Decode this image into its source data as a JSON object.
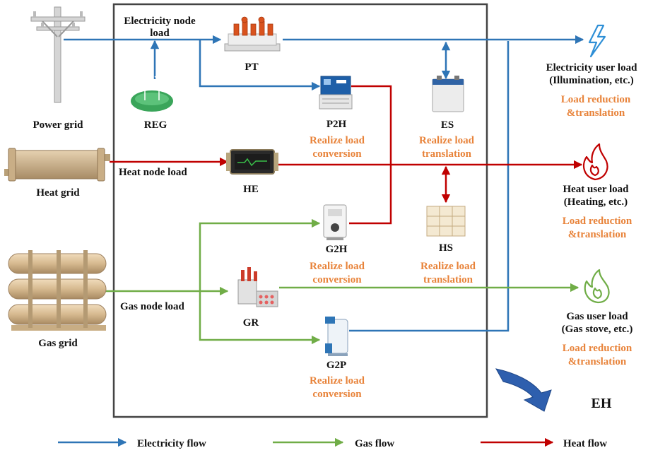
{
  "colors": {
    "electricity": "#2e75b6",
    "gas": "#70ad47",
    "heat": "#c00000",
    "annotation": "#e8833a",
    "hub_arrow": "#2e5fae"
  },
  "sources": {
    "power_grid": "Power grid",
    "heat_grid": "Heat grid",
    "gas_grid": "Gas grid"
  },
  "nodes": {
    "electricity_node_line1": "Electricity node",
    "electricity_node_line2": "load",
    "heat_node": "Heat node load",
    "gas_node": "Gas node load"
  },
  "devices": {
    "pt": "PT",
    "reg": "REG",
    "p2h": "P2H",
    "es": "ES",
    "he": "HE",
    "g2h": "G2H",
    "hs": "HS",
    "gr": "GR",
    "g2p": "G2P"
  },
  "annotations": {
    "p2h_line1": "Realize load",
    "p2h_line2": "conversion",
    "es_line1": "Realize load",
    "es_line2": "translation",
    "g2h_line1": "Realize load",
    "g2h_line2": "conversion",
    "hs_line1": "Realize load",
    "hs_line2": "translation",
    "g2p_line1": "Realize load",
    "g2p_line2": "conversion"
  },
  "users": {
    "electricity_line1": "Electricity user load",
    "electricity_line2": "(Illumination, etc.)",
    "electricity_note1": "Load reduction",
    "electricity_note2": "&translation",
    "heat_line1": "Heat user load",
    "heat_line2": "(Heating, etc.)",
    "heat_note1": "Load reduction",
    "heat_note2": "&translation",
    "gas_line1": "Gas user load",
    "gas_line2": "(Gas stove, etc.)",
    "gas_note1": "Load reduction",
    "gas_note2": "&translation"
  },
  "hub_label": "EH",
  "legend": {
    "electricity": "Electricity flow",
    "gas": "Gas flow",
    "heat": "Heat flow"
  }
}
